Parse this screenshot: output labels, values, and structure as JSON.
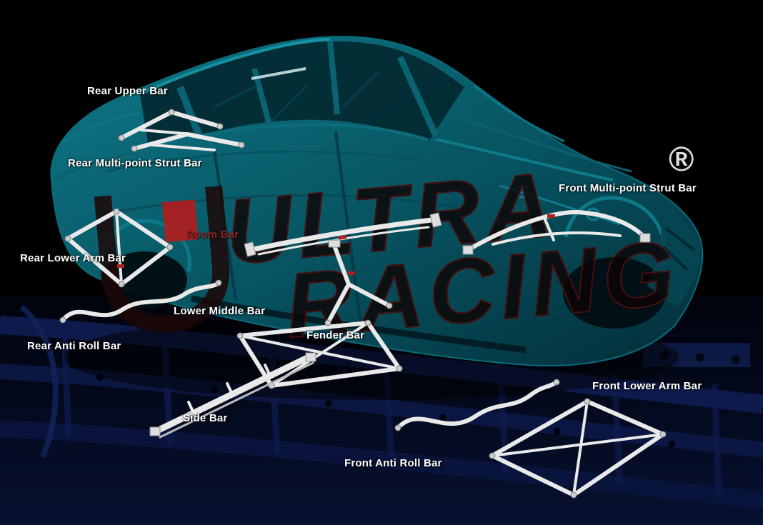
{
  "watermark": {
    "line1": "ULTRA",
    "line2": "RACING",
    "registered": "®"
  },
  "colors": {
    "background": "#000000",
    "label_text": "#ffffff",
    "room_bar_label_text": "#8b2222",
    "bar_white": "#e9e9e9",
    "car_body_teal": "#0a6272",
    "car_dark_teal": "#03313c",
    "subframe_blue": "#0e1b4e",
    "logo_red": "#b51c1c"
  },
  "labels": [
    {
      "id": "rear-upper-bar",
      "text": "Rear Upper Bar"
    },
    {
      "id": "rear-multi-point-strut-bar",
      "text": "Rear Multi-point Strut Bar"
    },
    {
      "id": "room-bar",
      "text": "Room Bar"
    },
    {
      "id": "rear-lower-arm-bar",
      "text": "Rear Lower Arm Bar"
    },
    {
      "id": "lower-middle-bar",
      "text": "Lower Middle Bar"
    },
    {
      "id": "rear-anti-roll-bar",
      "text": "Rear Anti Roll Bar"
    },
    {
      "id": "fender-bar",
      "text": "Fender Bar"
    },
    {
      "id": "side-bar",
      "text": "Side Bar"
    },
    {
      "id": "front-multi-point-strut-bar",
      "text": "Front Multi-point Strut Bar"
    },
    {
      "id": "front-lower-arm-bar",
      "text": "Front Lower Arm Bar"
    },
    {
      "id": "front-anti-roll-bar",
      "text": "Front Anti Roll Bar"
    }
  ]
}
